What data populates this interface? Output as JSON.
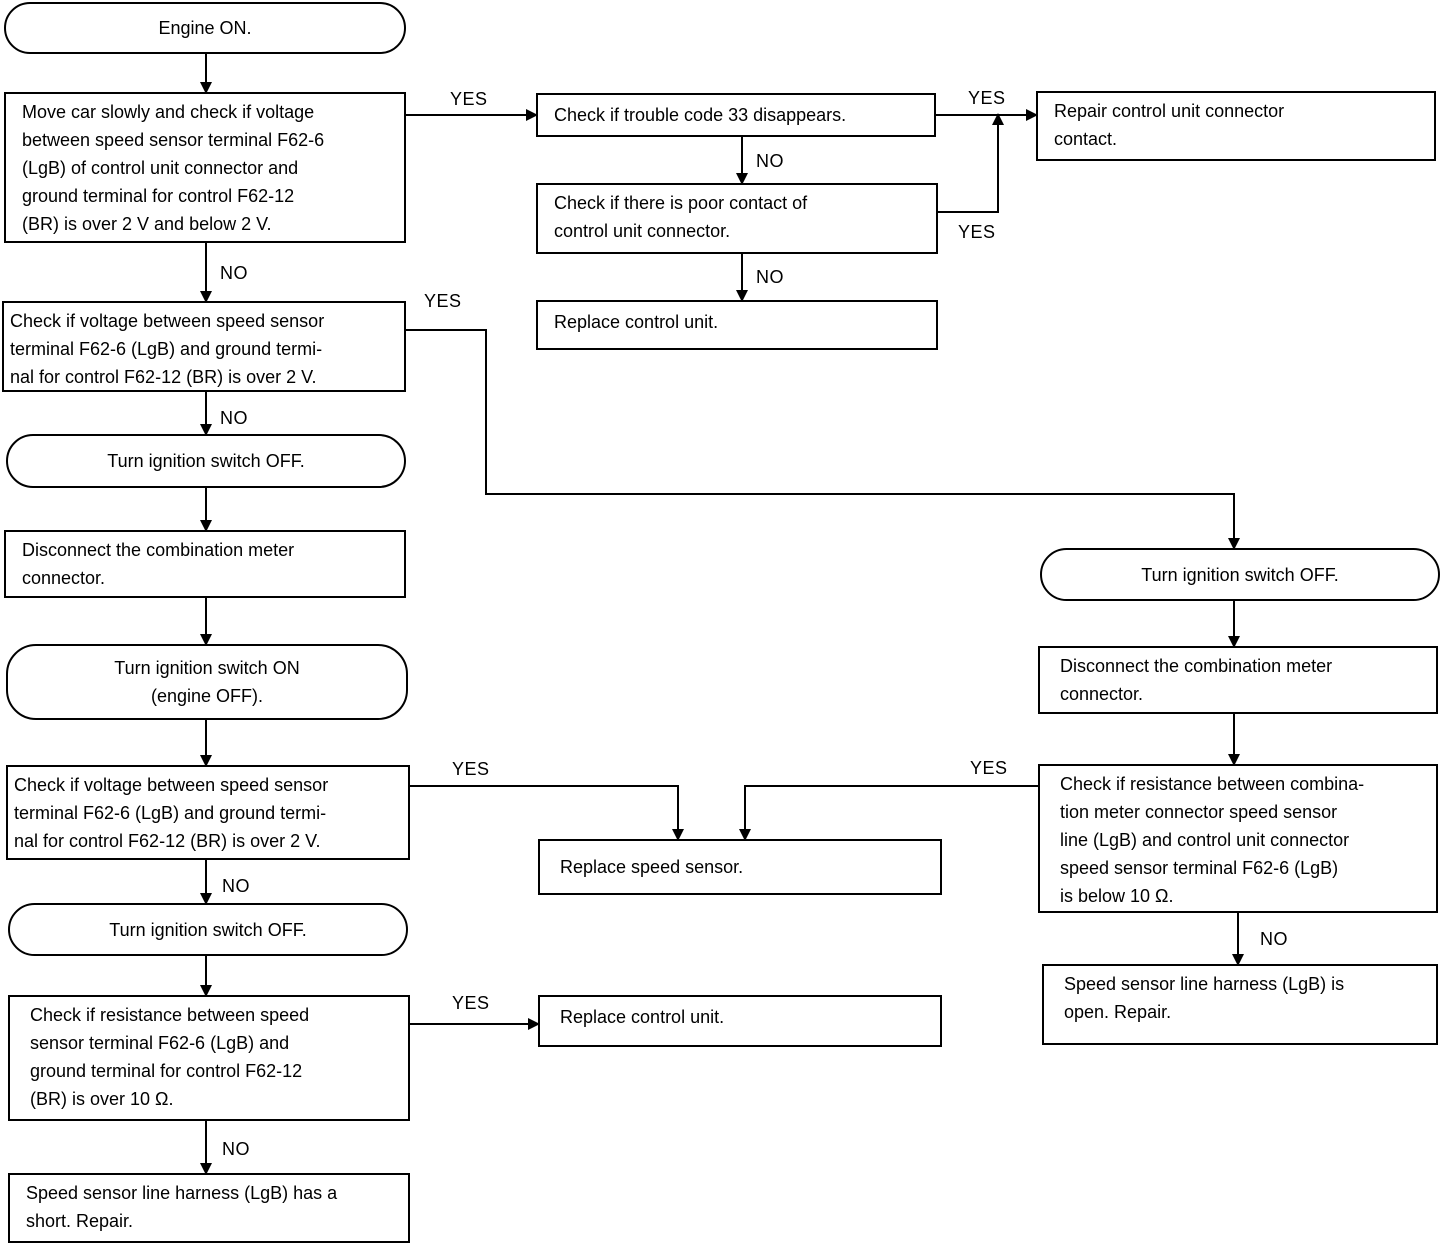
{
  "nodes": {
    "engine_on": "Engine ON.",
    "move_car": "Move car slowly and check if voltage\nbetween speed sensor terminal F62-6\n(LgB) of control unit connector and\nground terminal for control F62-12\n(BR) is over 2 V and below 2 V.",
    "trouble_code": "Check if trouble code 33 disappears.",
    "repair_connector": "Repair control unit connector\ncontact.",
    "poor_contact": "Check if there is poor contact of\ncontrol unit connector.",
    "replace_cu_1": "Replace control unit.",
    "check_voltage_1": "Check if voltage between speed sensor\nterminal F62-6 (LgB) and ground termi-\nnal for control F62-12 (BR) is over 2 V.",
    "ign_off_1": "Turn ignition switch OFF.",
    "disconnect_1": "Disconnect the combination meter\nconnector.",
    "ign_on": "Turn ignition switch ON\n(engine OFF).",
    "check_voltage_2": "Check if voltage between speed sensor\nterminal F62-6 (LgB) and ground termi-\nnal for control F62-12 (BR) is over 2 V.",
    "ign_off_2": "Turn ignition switch OFF.",
    "check_resistance_1": "Check if resistance between speed\nsensor terminal F62-6 (LgB) and\nground terminal for control F62-12\n(BR) is over 10 Ω.",
    "short_repair": "Speed sensor line harness (LgB) has a\nshort.  Repair.",
    "replace_speed_sensor": "Replace speed sensor.",
    "replace_cu_2": "Replace control unit.",
    "ign_off_right": "Turn ignition switch OFF.",
    "disconnect_right": "Disconnect the combination meter\nconnector.",
    "check_resistance_2": "Check if resistance between combina-\ntion meter connector speed sensor\nline (LgB) and control unit connector\nspeed sensor terminal F62-6 (LgB)\nis below 10 Ω.",
    "open_repair": "Speed sensor line harness (LgB) is\nopen.  Repair."
  },
  "labels": {
    "yes": "YES",
    "no": "NO"
  },
  "colors": {
    "line": "#000000",
    "background": "#ffffff"
  }
}
